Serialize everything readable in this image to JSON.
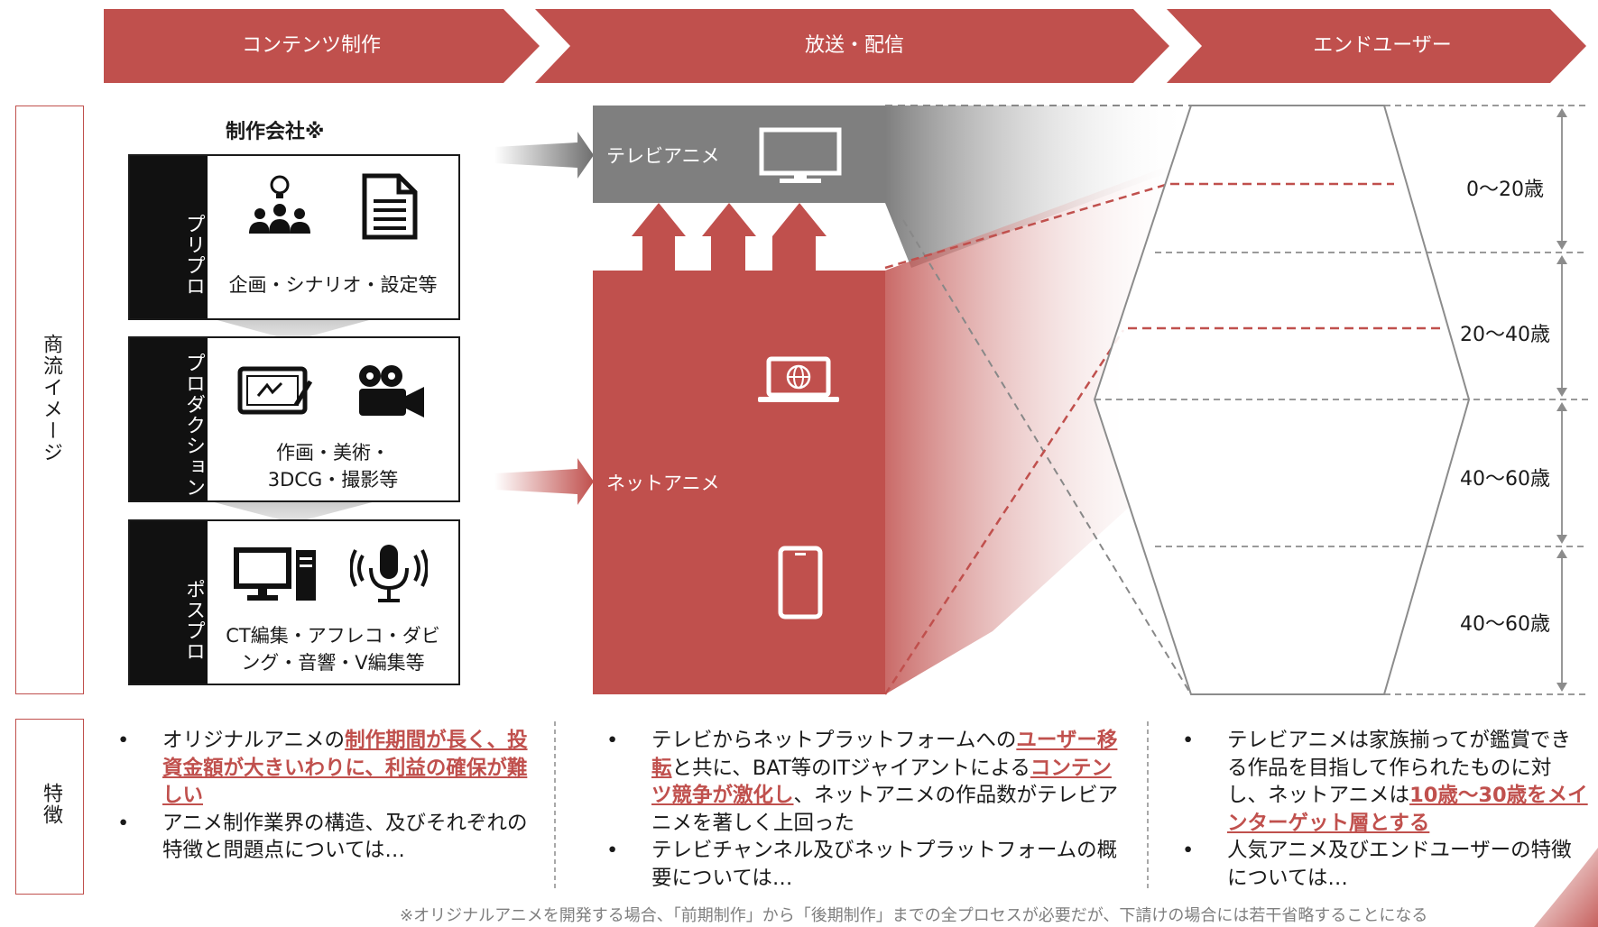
{
  "header": {
    "stage1": "コンテンツ制作",
    "stage2": "放送・配信",
    "stage3": "エンドユーザー"
  },
  "sections": {
    "flow_label": "商流イメージ",
    "features_label": "特徴"
  },
  "production": {
    "title": "制作会社※",
    "stages": [
      {
        "tab": "プリプロ",
        "desc": "企画・シナリオ・設定等"
      },
      {
        "tab": "プロダクション",
        "desc_line1": "作画・美術・",
        "desc_line2": "3DCG・撮影等"
      },
      {
        "tab": "ポスプロ",
        "desc_line1": "CT編集・アフレコ・ダビ",
        "desc_line2": "ング・音響・V編集等"
      }
    ]
  },
  "broadcast": {
    "tv_label": "テレビアニメ",
    "net_label": "ネットアニメ"
  },
  "ages": [
    "0～20歳",
    "20～40歳",
    "40～60歳",
    "40～60歳"
  ],
  "features": {
    "col1": [
      {
        "pre": "オリジナルアニメの",
        "hl": "制作期間が長く、投資金額が大きいわりに、利益の確保が難しい",
        "post": ""
      },
      {
        "pre": "アニメ制作業界の構造、及びそれぞれの特徴と問題点については…",
        "hl": "",
        "post": ""
      }
    ],
    "col2": [
      {
        "pre": "テレビからネットプラットフォームへの",
        "hl": "ユーザー移転",
        "mid": "と共に、BAT等のITジャイアントによる",
        "hl2": "コンテンツ競争が激化し",
        "post": "、ネットアニメの作品数がテレビアニメを著しく上回った"
      },
      {
        "pre": "テレビチャンネル及びネットプラットフォームの概要については…",
        "hl": "",
        "mid": "",
        "hl2": "",
        "post": ""
      }
    ],
    "col3": [
      {
        "pre": "テレビアニメは家族揃ってが鑑賞できる作品を目指して作られたものに対し、ネットアニメは",
        "hl": "10歳～30歳をメインターゲット層とする",
        "post": ""
      },
      {
        "pre": "人気アニメ及びエンドユーザーの特徴については…",
        "hl": "",
        "post": ""
      }
    ]
  },
  "footnote": "※オリジナルアニメを開発する場合、「前期制作」から「後期制作」までの全プロセスが必要だが、下請けの場合には若干省略することになる",
  "bullet": "•",
  "colors": {
    "accent": "#c0504d",
    "gray": "#808080",
    "black": "#111111"
  }
}
